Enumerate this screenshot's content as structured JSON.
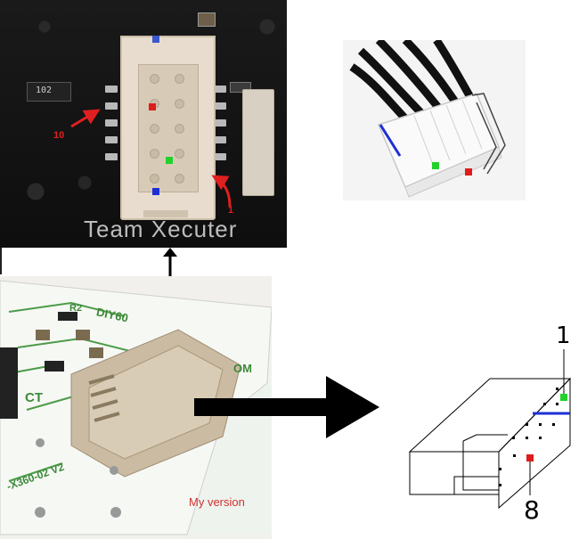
{
  "pcb_photo": {
    "silkscreen": "Team Xecuter",
    "chip_code": "102",
    "pin1_label": "1",
    "pin10_label": "10"
  },
  "module_photo": {
    "caption": "My version",
    "pcb_text_top": "DIY60",
    "pcb_text_right": "OM",
    "pcb_text_bottom": "-X360-02 V2",
    "pcb_text_left": "CT",
    "pcb_text_r2": "R2"
  },
  "diagram": {
    "pin_top_label": "1",
    "pin_bottom_label": "8"
  },
  "colors": {
    "marker_red": "#e01b1b",
    "marker_green": "#22d12a",
    "marker_blue": "#1e2fd6",
    "callout_red": "#e02020",
    "caption_red": "#d03030"
  }
}
